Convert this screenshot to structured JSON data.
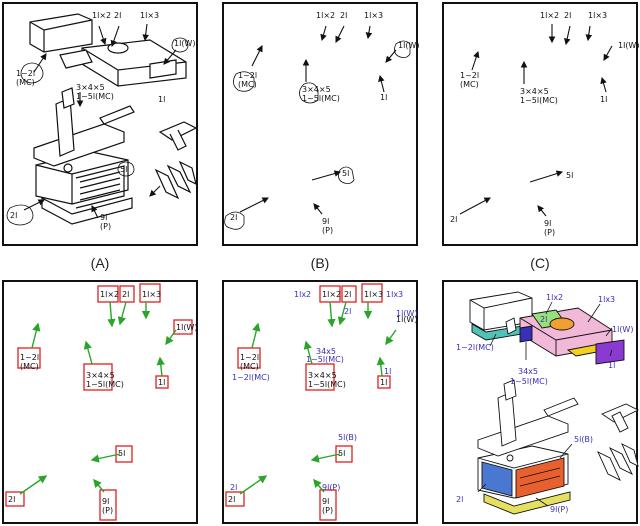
{
  "captions": {
    "a": "(A)",
    "b": "(B)",
    "c": "(C)"
  },
  "handwriting": {
    "t1": "1l⨯2",
    "t2": "2l",
    "t3": "1l⨯3",
    "t4": "1~2l\n(MC)",
    "t5": "3⨯4⨯5\n1~5l(MC)",
    "t6": "1l",
    "t7": "5l",
    "t8": "2l",
    "t9": "9l\n(P)",
    "t10": "1l(W)"
  },
  "labels": {
    "l1": "1lx2",
    "l2": "2l",
    "l3": "1lx3",
    "l4": "1l(W)",
    "l5": "1~2l(MC)",
    "l6": "34x5",
    "l7": "1~5l(MC)",
    "l8": "1l",
    "l9": "5l(B)",
    "l10": "2l",
    "l11": "9l(P)"
  },
  "colors": {
    "border": "#111111",
    "arrow": "#2aa52a",
    "box": "#e02020",
    "label": "#3a2fb8"
  }
}
